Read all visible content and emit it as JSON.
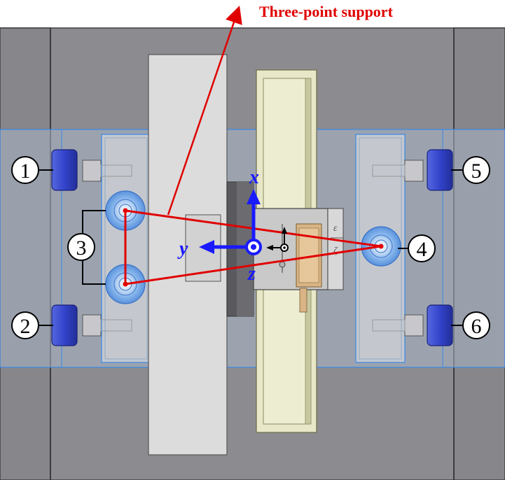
{
  "annotation": {
    "title": "Three-point support",
    "title_color": "#e00000"
  },
  "callouts": {
    "c1": "1",
    "c2": "2",
    "c3": "3",
    "c4": "4",
    "c5": "5",
    "c6": "6"
  },
  "axes": {
    "x": "x",
    "y": "y",
    "z": "z",
    "color": "#1a1aff"
  },
  "side_marks": {
    "upper": "ε",
    "lower": "ζ"
  },
  "colors": {
    "frame": "#8c8c90",
    "frame_dark": "#7b7b80",
    "support_triangle": "#e00000",
    "blue_nut": "#3344cc",
    "highlight_band": "#3a88e8"
  }
}
